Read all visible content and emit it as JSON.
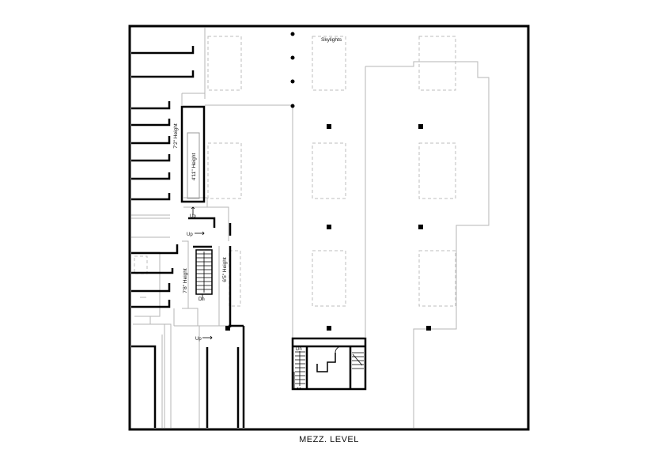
{
  "plan": {
    "title": "MEZZ. LEVEL",
    "labels": {
      "skylights": "Skylights",
      "height_top": "7'2\" Height",
      "height_shaft": "4'11\" Height",
      "height_mid": "7'8\" Height",
      "height_right": "6'5\" Height",
      "up_1": "Up",
      "up_2": "Up",
      "up_3": "Up",
      "dn_1": "Dn",
      "dn_2": "Dn"
    }
  }
}
